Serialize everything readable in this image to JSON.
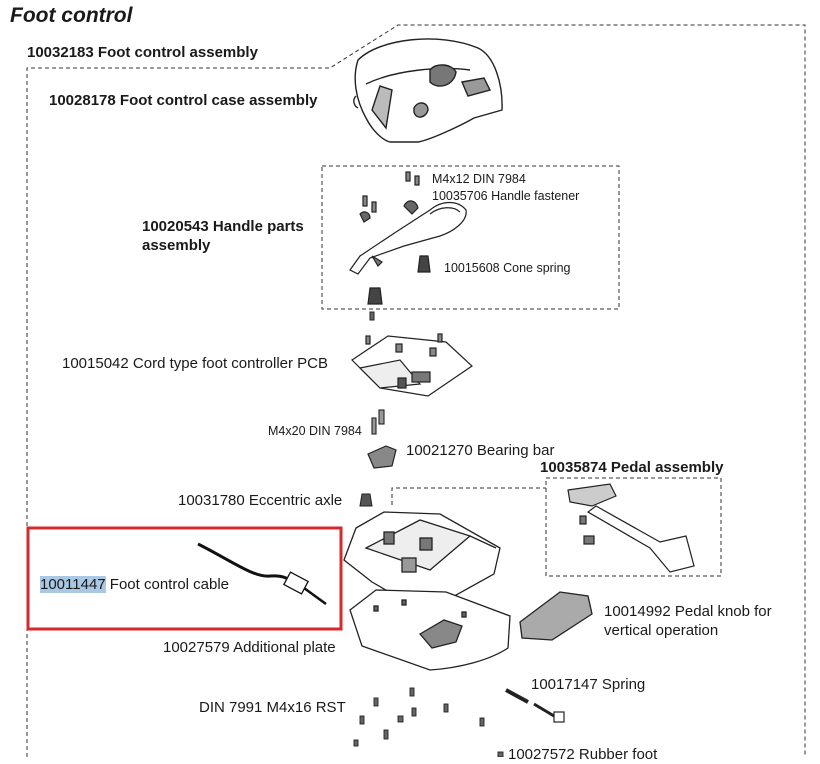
{
  "title": "Foot control",
  "parts": {
    "assembly": "10032183 Foot control assembly",
    "case": "10028178 Foot control case assembly",
    "screw_m4x12": "M4x12 DIN 7984",
    "handle_fastener": "10035706 Handle fastener",
    "handle_parts_line1": "10020543 Handle parts",
    "handle_parts_line2": "assembly",
    "cone_spring": "10015608 Cone spring",
    "pcb": "10015042 Cord type foot controller PCB",
    "screw_m4x20": "M4x20 DIN 7984",
    "bearing_bar": "10021270 Bearing bar",
    "pedal_assembly": "10035874 Pedal assembly",
    "eccentric_axle": "10031780 Eccentric axle",
    "cable_number": "10011447",
    "cable_name": " Foot control cable",
    "pedal_knob_line1": "10014992 Pedal knob for",
    "pedal_knob_line2": "vertical operation",
    "additional_plate": "10027579 Additional plate",
    "spring": "10017147 Spring",
    "screw_din7991": "DIN 7991 M4x16 RST",
    "rubber_foot": "10027572 Rubber foot"
  },
  "colors": {
    "highlight_box": "#d42a2f",
    "highlight_text": "#a8c8e4",
    "line": "#1a1a1a"
  }
}
